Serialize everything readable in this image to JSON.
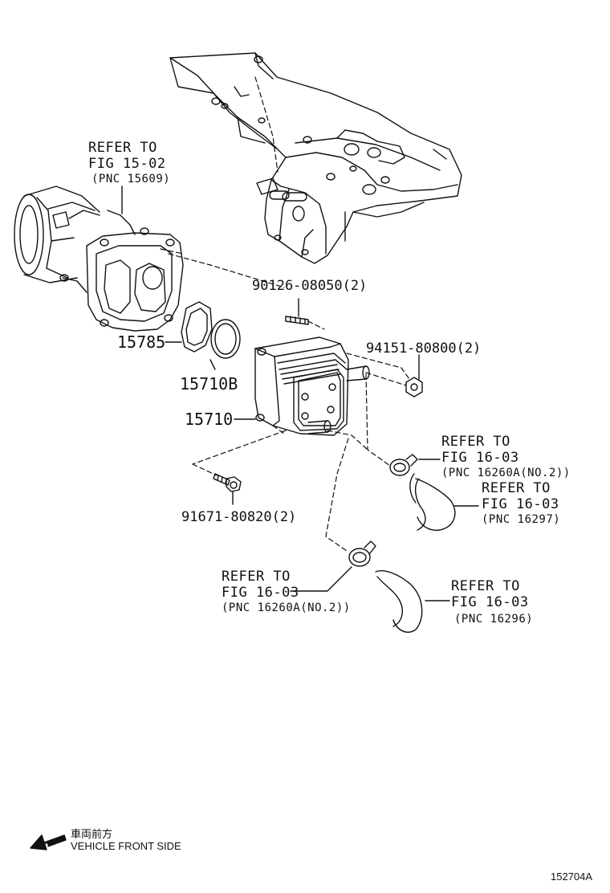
{
  "refs": {
    "fig_15_02": {
      "l1": "REFER TO",
      "l2": "FIG 15-02",
      "l3": "(PNC 15609)"
    },
    "fig_16_03_a": {
      "l1": "REFER TO",
      "l2": "FIG 16-03",
      "l3": "(PNC 16260A(NO.2))"
    },
    "fig_16_03_b": {
      "l1": "REFER TO",
      "l2": "FIG 16-03",
      "l3": "(PNC 16297)"
    },
    "fig_16_03_c": {
      "l1": "REFER TO",
      "l2": "FIG 16-03",
      "l3": "(PNC 16260A(NO.2))"
    },
    "fig_16_03_d": {
      "l1": "REFER TO",
      "l2": "FIG 16-03",
      "l3": "(PNC 16296)"
    }
  },
  "parts": {
    "stud": "90126-08050(2)",
    "nut": "94151-80800(2)",
    "gasket_a": "15785",
    "gasket_b": "15710B",
    "oil_cooler": "15710",
    "bolt": "91671-80820(2)"
  },
  "footer": {
    "direction_jp": "車両前方",
    "direction_en": "VEHICLE FRONT SIDE",
    "illustration_id": "152704A"
  }
}
